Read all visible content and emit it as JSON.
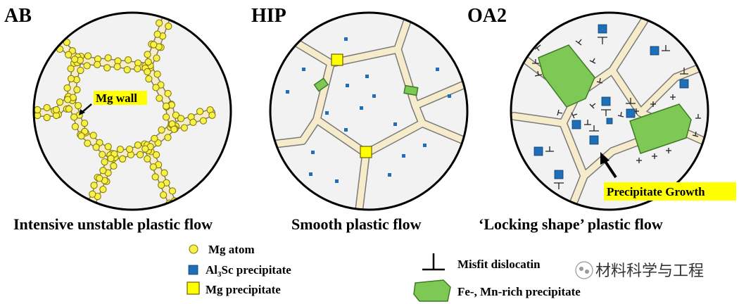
{
  "panels": [
    {
      "label": "AB",
      "caption": "Intensive unstable plastic flow",
      "annotation": "Mg wall"
    },
    {
      "label": "HIP",
      "caption": "Smooth plastic flow"
    },
    {
      "label": "OA2",
      "caption": "‘Locking shape’ plastic flow",
      "annotation": "Precipitate Growth"
    }
  ],
  "legend": {
    "mg_atom": "Mg atom",
    "al3sc_prefix": "Al",
    "al3sc_sub": "3",
    "al3sc_suffix": "Sc precipitate",
    "mg_precipitate": "Mg precipitate",
    "misfit_dislocation": "Misfit dislocati",
    "misfit_dislocation_tail": "n",
    "fe_mn_precipitate": "Fe-, Mn-rich precipitate"
  },
  "watermark": "材料科学与工程",
  "colors": {
    "mg_atom": "#f7f24a",
    "al3sc": "#1f6fb8",
    "mg_precipitate": "#ffff00",
    "fe_mn": "#7ec856",
    "grain_boundary": "#f6eccb",
    "grain_interior": "#f2f2f2",
    "label_highlight": "#ffff00"
  }
}
